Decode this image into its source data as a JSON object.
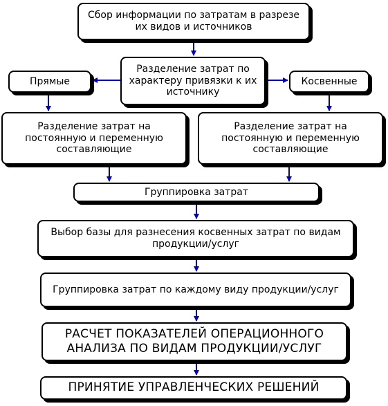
{
  "colors": {
    "arrow": "#0000cc",
    "box_border": "#000000",
    "shadow": "#000000",
    "background": "#ffffff"
  },
  "boxes": {
    "collect": "Сбор информации по затратам в разрезе их видов и источников",
    "separate_by_source": "Разделение затрат по характеру привязки к их источнику",
    "direct": "Прямые",
    "indirect": "Косвенные",
    "split_direct": "Разделение затрат на постоянную и переменную составляющие",
    "split_indirect": "Разделение затрат на постоянную и переменную составляющие",
    "grouping": "Группировка затрат",
    "base_choice": "Выбор базы для разнесения косвенных затрат по видам продукции/услуг",
    "grouping_per_product": "Группировка затрат по каждому виду продукции/услуг",
    "calc_indicators": "РАСЧЕТ ПОКАЗАТЕЛЕЙ ОПЕРАЦИОННОГО АНАЛИЗА ПО ВИДАМ ПРОДУКЦИИ/УСЛУГ",
    "decisions": "ПРИНЯТИЕ УПРАВЛЕНЧЕСКИХ РЕШЕНИЙ"
  }
}
